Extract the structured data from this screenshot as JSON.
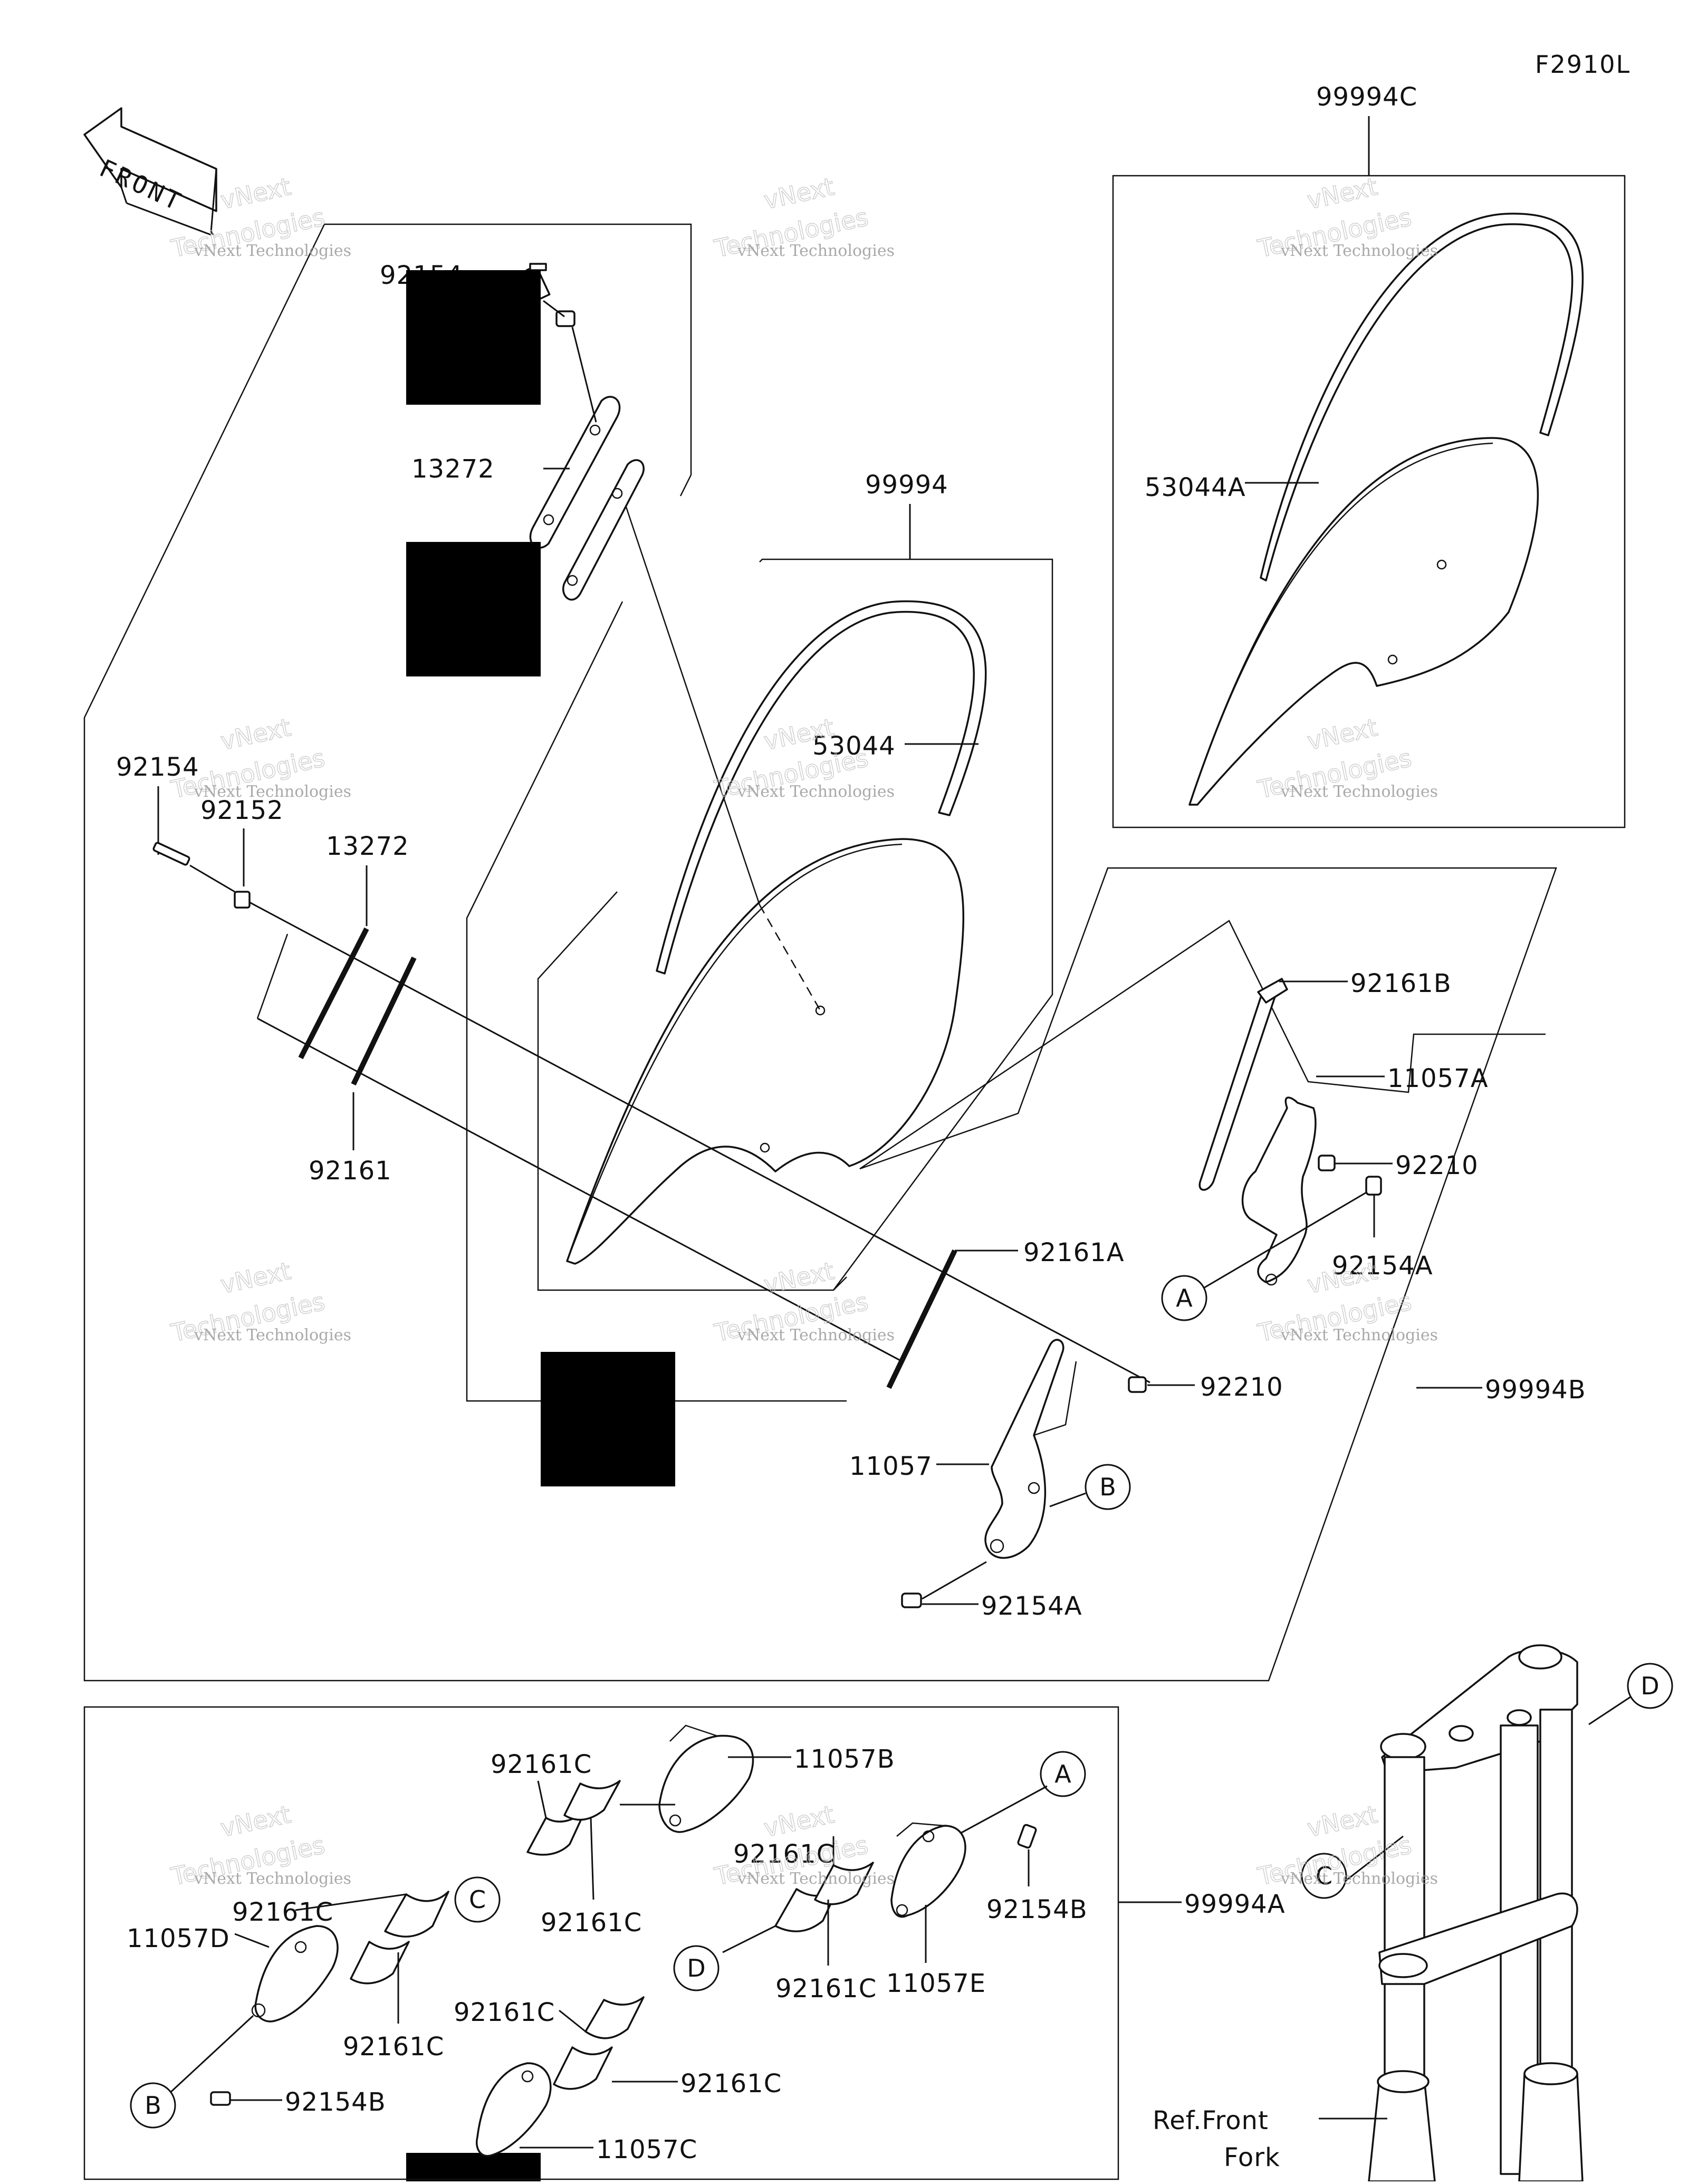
{
  "diagram": {
    "figure_code": "F2910L",
    "front_arrow_text": "FRONT",
    "kit_labels": {
      "kit_c": "99994C",
      "kit_main": "99994",
      "kit_b": "99994B",
      "kit_a": "99994A"
    },
    "part_labels": {
      "p_92154_top": "92154",
      "p_13272_top": "13272",
      "p_92154_left": "92154",
      "p_92152": "92152",
      "p_13272_left": "13272",
      "p_92161": "92161",
      "p_53044": "53044",
      "p_53044a": "53044A",
      "p_92161b": "92161B",
      "p_11057a": "11057A",
      "p_92210_right": "92210",
      "p_92154a_right": "92154A",
      "p_92161a": "92161A",
      "p_92210_mid": "92210",
      "p_11057": "11057",
      "p_92154a_bottom": "92154A",
      "p_92161c_1": "92161C",
      "p_11057b": "11057B",
      "p_92161c_2": "92161C",
      "p_92161c_3": "92161C",
      "p_92154b_right": "92154B",
      "p_92161c_4": "92161C",
      "p_11057d": "11057D",
      "p_92161c_5": "92161C",
      "p_11057e": "11057E",
      "p_92161c_6": "92161C",
      "p_92161c_7": "92161C",
      "p_92161c_8": "92161C",
      "p_92154b_left": "92154B",
      "p_11057c": "11057C"
    },
    "callouts": {
      "a_upper": "A",
      "a_lower": "A",
      "b_upper": "B",
      "b_lower": "B",
      "c_lower": "C",
      "c_fork": "C",
      "d_lower": "D",
      "d_fork": "D"
    },
    "reference": {
      "line1": "Ref.Front",
      "line2": "Fork"
    },
    "watermark": {
      "small": "vNext Technologies",
      "large_top": "vNext",
      "large_bottom": "Technologies"
    }
  }
}
